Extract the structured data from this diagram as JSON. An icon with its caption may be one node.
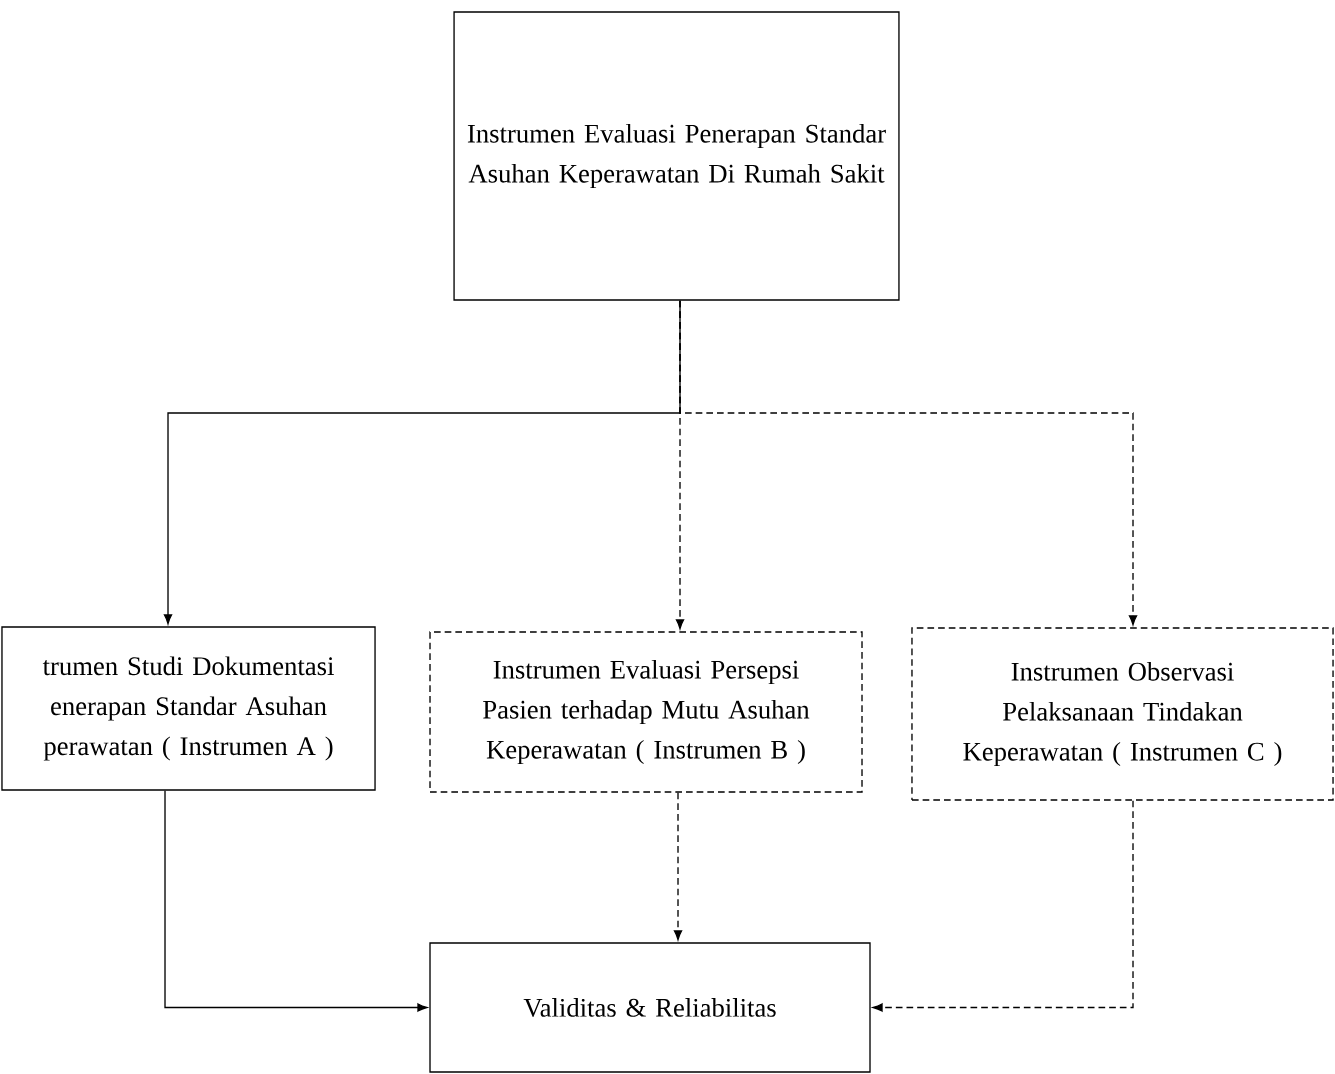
{
  "diagram": {
    "nodes": [
      {
        "text": [
          "Instrumen Evaluasi Penerapan Standar Asuhan Keperawatan Di Rumah Sakit"
        ]
      },
      {
        "text": [
          "trumen Studi Dokumentasi enerapan Standar Asuhan perawatan ( Instrumen A )"
        ]
      },
      {
        "text": [
          "Instrumen Evaluasi Persepsi Pasien terhadap Mutu Asuhan Keperawatan ( Instrumen B )"
        ]
      },
      {
        "text": [
          "Instrumen Observasi Pelaksanaan Tindakan Keperawatan ( Instrumen C )"
        ]
      },
      {
        "text": [
          "Validitas & Reliabilitas"
        ]
      }
    ],
    "edges": [
      {
        "from": 0,
        "to": 1,
        "arrow": "to"
      },
      {
        "from": 0,
        "to": 2,
        "arrow": "to",
        "style": "dashed"
      },
      {
        "from": 0,
        "to": 3,
        "arrow": "to",
        "style": "dashed"
      },
      {
        "from": 1,
        "to": 4,
        "arrow": "to"
      },
      {
        "from": 2,
        "to": 4,
        "arrow": "to",
        "style": "dashed"
      },
      {
        "from": 3,
        "to": 4,
        "arrow": "to",
        "style": "dashed"
      }
    ]
  }
}
